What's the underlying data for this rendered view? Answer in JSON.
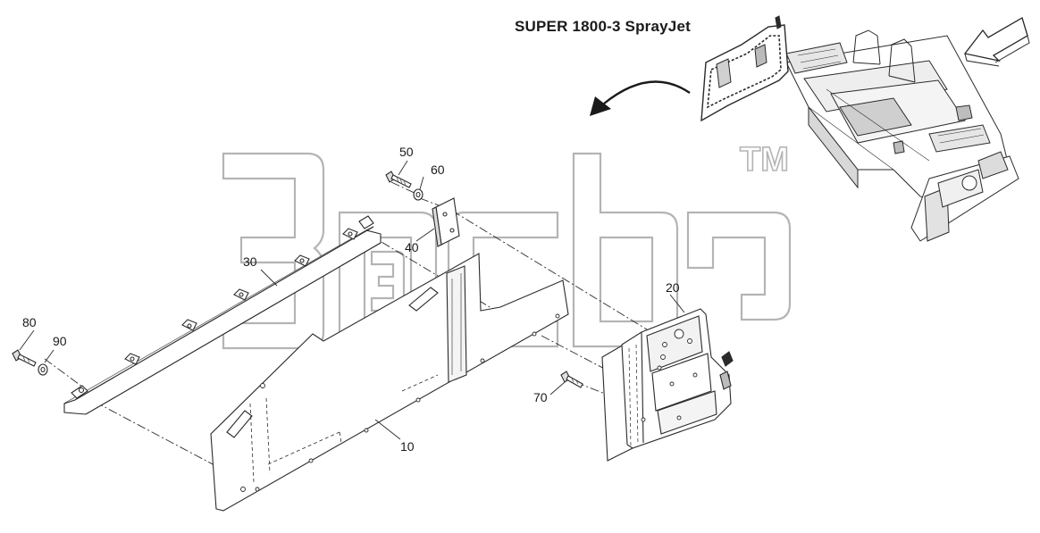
{
  "title": "SUPER 1800-3 SprayJet",
  "watermark": {
    "mark": "TM",
    "color": "#b4b4b4"
  },
  "line_color": "#2a2a2a",
  "callouts": {
    "c10": "10",
    "c20": "20",
    "c30": "30",
    "c40": "40",
    "c50": "50",
    "c60": "60",
    "c70": "70",
    "c80": "80",
    "c90": "90"
  },
  "icons": {
    "direction_arrow": "hollow-arrow-icon",
    "rotate_arrow": "curved-arrow-icon"
  }
}
